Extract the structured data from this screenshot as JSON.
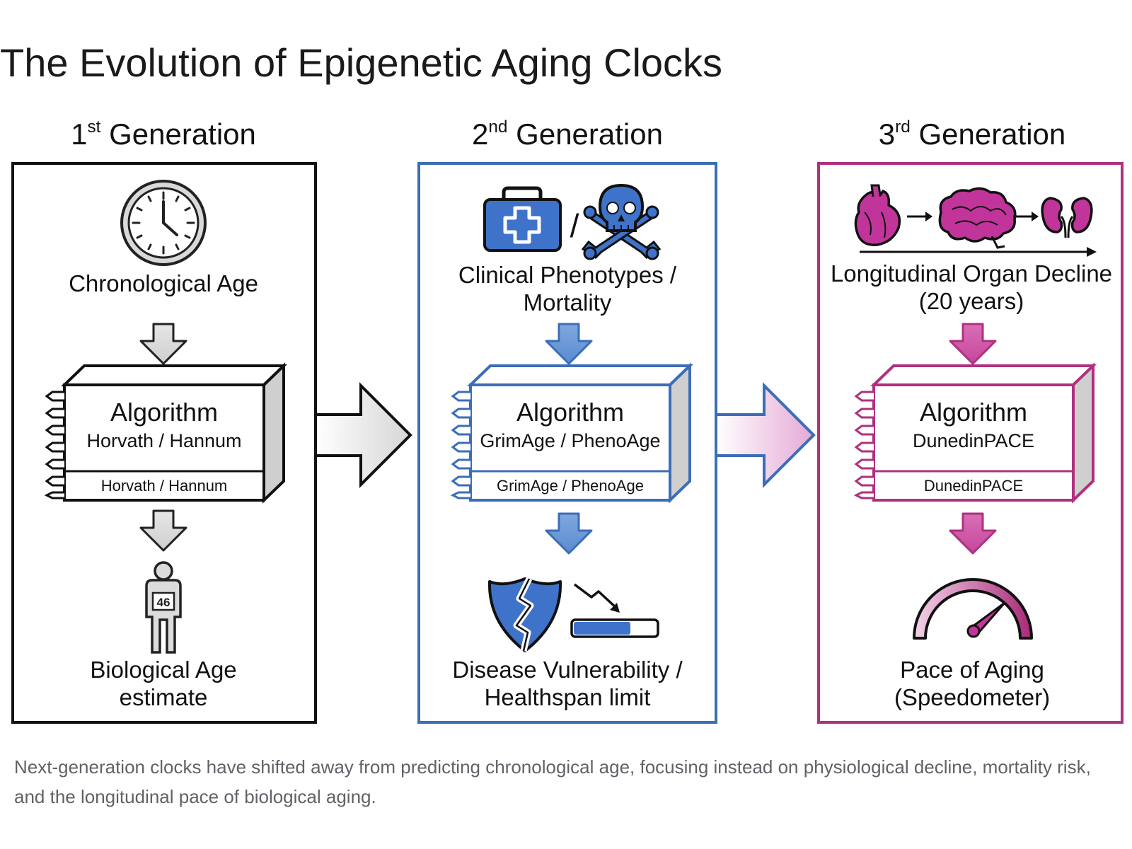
{
  "title": "The Evolution of Epigenetic Aging Clocks",
  "colors": {
    "gen1": "#111111",
    "gen2": "#3c6db8",
    "gen3": "#b0307f",
    "caption": "#5f6368"
  },
  "generations": [
    {
      "num": "1",
      "suffix": "st",
      "label": "Generation",
      "input_icon": "clock-icon",
      "input": "Chronological Age",
      "algo_title": "Algorithm",
      "algo_sub": "Horvath / Hannum",
      "algo_foot": "Horvath / Hannum",
      "output_icon": "person-icon",
      "output_badge": "46",
      "output_line1": "Biological Age",
      "output_line2": "estimate"
    },
    {
      "num": "2",
      "suffix": "nd",
      "label": "Generation",
      "input_icon": "medical-kit-skull-icon",
      "input_line1": "Clinical Phenotypes /",
      "input_line2": "Mortality",
      "algo_title": "Algorithm",
      "algo_sub": "GrimAge / PhenoAge",
      "algo_foot": "GrimAge / PhenoAge",
      "output_icon": "broken-shield-declining-battery-icon",
      "output_line1": "Disease Vulnerability /",
      "output_line2": "Healthspan limit"
    },
    {
      "num": "3",
      "suffix": "rd",
      "label": "Generation",
      "input_icon": "heart-brain-kidney-icon",
      "input_line1": "Longitudinal Organ Decline",
      "input_line2": "(20 years)",
      "algo_title": "Algorithm",
      "algo_sub": "DunedinPACE",
      "algo_foot": "DunedinPACE",
      "output_icon": "speedometer-icon",
      "output_line1": "Pace of Aging",
      "output_line2": "(Speedometer)"
    }
  ],
  "caption": "Next-generation clocks have shifted away from predicting chronological age, focusing instead on physiological decline, mortality risk, and the longitudinal pace of biological aging."
}
